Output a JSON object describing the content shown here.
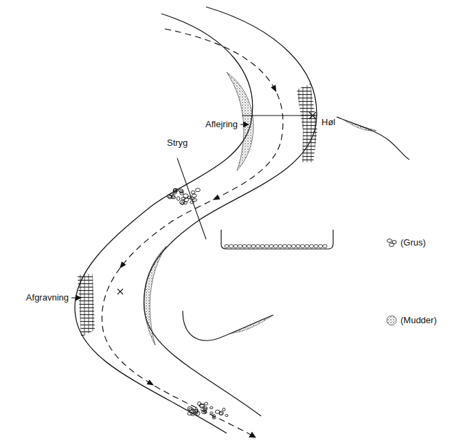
{
  "diagram": {
    "labels": [
      "Aflejring",
      "Høl",
      "Stryg",
      "Afgravning"
    ],
    "legend": [
      {
        "text": "(Grus)"
      },
      {
        "text": "(Mudder)"
      }
    ]
  }
}
